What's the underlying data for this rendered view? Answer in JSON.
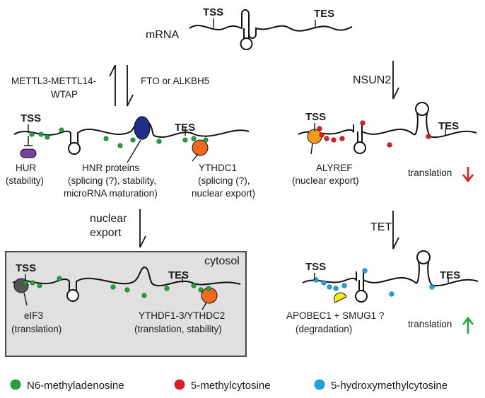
{
  "mrna_top": {
    "label": "mRNA",
    "tss": "TSS",
    "tes": "TES"
  },
  "writer": {
    "line1": "METTL3-METTL14-",
    "line2": "WTAP"
  },
  "eraser": {
    "label": "FTO or ALKBH5"
  },
  "nsun2": {
    "label": "NSUN2"
  },
  "m6a_strand": {
    "tss": "TSS",
    "tes": "TES",
    "hur": {
      "line1": "HUR",
      "line2": "(stability)"
    },
    "hnr": {
      "line1": "HNR proteins",
      "line2": "(splicing (?), stability,",
      "line3": "microRNA maturation)"
    },
    "ythdc1": {
      "line1": "YTHDC1",
      "line2": "(splicing (?),",
      "line3": "nuclear export)"
    }
  },
  "m5c_strand": {
    "tss": "TSS",
    "tes": "TES",
    "alyref": {
      "line1": "ALYREF",
      "line2": "(nuclear export)"
    },
    "translation": "translation"
  },
  "nuclear_export": {
    "line1": "nuclear",
    "line2": "export"
  },
  "tet": {
    "label": "TET"
  },
  "cytosol": {
    "title": "cytosol",
    "tss": "TSS",
    "tes": "TES",
    "eif3": {
      "line1": "eIF3",
      "line2": "(translation)"
    },
    "ythdf": {
      "line1": "YTHDF1-3/YTHDC2",
      "line2": "(translation, stability)"
    }
  },
  "hm5c_strand": {
    "tss": "TSS",
    "tes": "TES",
    "apobec": {
      "line1": "APOBEC1 + SMUG1 ?",
      "line2": "(degradation)"
    },
    "translation": "translation"
  },
  "legend": [
    {
      "label": "N6-methyladenosine",
      "color": "#1fa33a"
    },
    {
      "label": "5-methylcytosine",
      "color": "#e31b23"
    },
    {
      "label": "5-hydroxymethylcytosine",
      "color": "#1aa3e6"
    }
  ],
  "colors": {
    "hur_protein": "#7b3fa0",
    "hnr_protein": "#1f2d8f",
    "ythdc1_protein": "#f06a1e",
    "alyref_protein": "#f29a1c",
    "eif3_protein": "#555555",
    "ythdf_protein": "#f06a1e",
    "apobec_protein": "#f6e61a",
    "arrow_down_red": "#e31b23",
    "arrow_up_green": "#1fa33a",
    "cytosol_background": "#e0e0e0"
  }
}
